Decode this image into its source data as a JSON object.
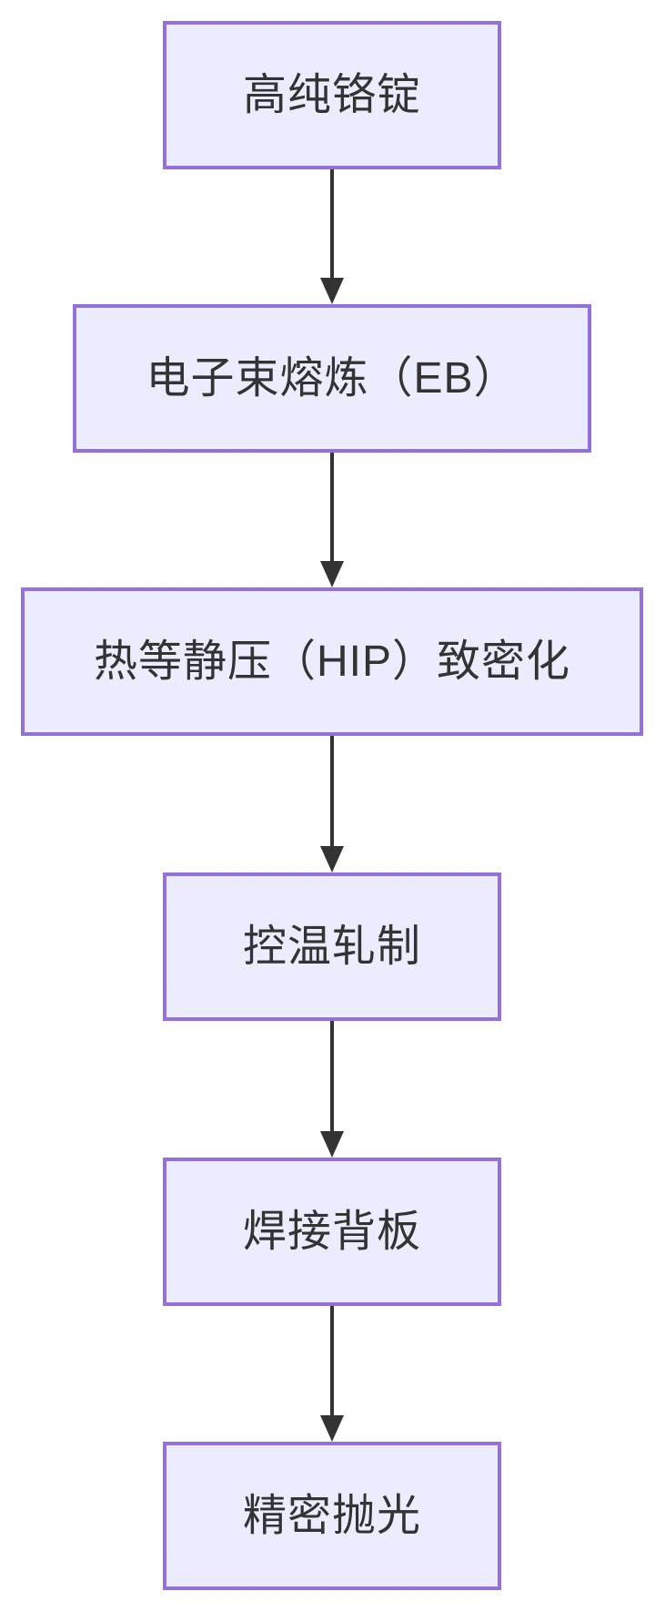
{
  "diagram": {
    "type": "flowchart",
    "direction": "top-down",
    "nodes": [
      {
        "id": "A",
        "label": "高纯铬锭"
      },
      {
        "id": "B",
        "label": "电子束熔炼（EB）"
      },
      {
        "id": "C",
        "label": "热等静压（HIP）致密化"
      },
      {
        "id": "D",
        "label": "控温轧制"
      },
      {
        "id": "E",
        "label": "焊接背板"
      },
      {
        "id": "F",
        "label": "精密抛光"
      }
    ],
    "edges": [
      {
        "from": "A",
        "to": "B"
      },
      {
        "from": "B",
        "to": "C"
      },
      {
        "from": "C",
        "to": "D"
      },
      {
        "from": "D",
        "to": "E"
      },
      {
        "from": "E",
        "to": "F"
      }
    ],
    "theme": {
      "background": "#FFFFFF",
      "node_fill": "#ECECFF",
      "node_border": "#9370DB",
      "text_color": "#333333",
      "arrow_color": "#333333"
    }
  }
}
